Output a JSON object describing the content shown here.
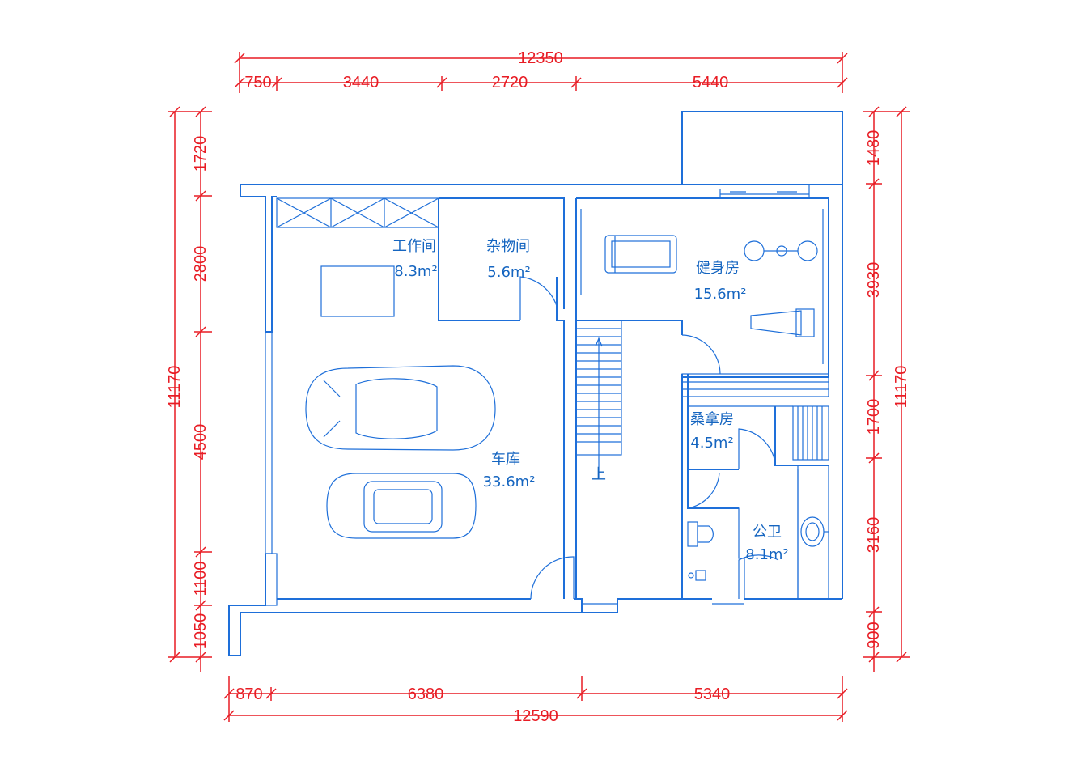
{
  "dimensions": {
    "top_total": "12350",
    "top_segments": [
      "750",
      "3440",
      "2720",
      "5440"
    ],
    "bottom_total": "12590",
    "bottom_segments": [
      "870",
      "6380",
      "5340"
    ],
    "left_total": "11170",
    "left_segments": [
      "1720",
      "2800",
      "4500",
      "1100",
      "1050"
    ],
    "right_total": "11170",
    "right_segments": [
      "1480",
      "3930",
      "1700",
      "3160",
      "900"
    ]
  },
  "rooms": {
    "workroom": {
      "name": "工作间",
      "area": "8.3m²"
    },
    "storage": {
      "name": "杂物间",
      "area": "5.6m²"
    },
    "gym": {
      "name": "健身房",
      "area": "15.6m²"
    },
    "garage": {
      "name": "车库",
      "area": "33.6m²"
    },
    "sauna": {
      "name": "桑拿房",
      "area": "4.5m²"
    },
    "bathroom": {
      "name": "公卫",
      "area": "8.1m²"
    }
  },
  "stair_label": "上",
  "colors": {
    "walls": "#1e6fd9",
    "dimensions": "#e81c24"
  }
}
